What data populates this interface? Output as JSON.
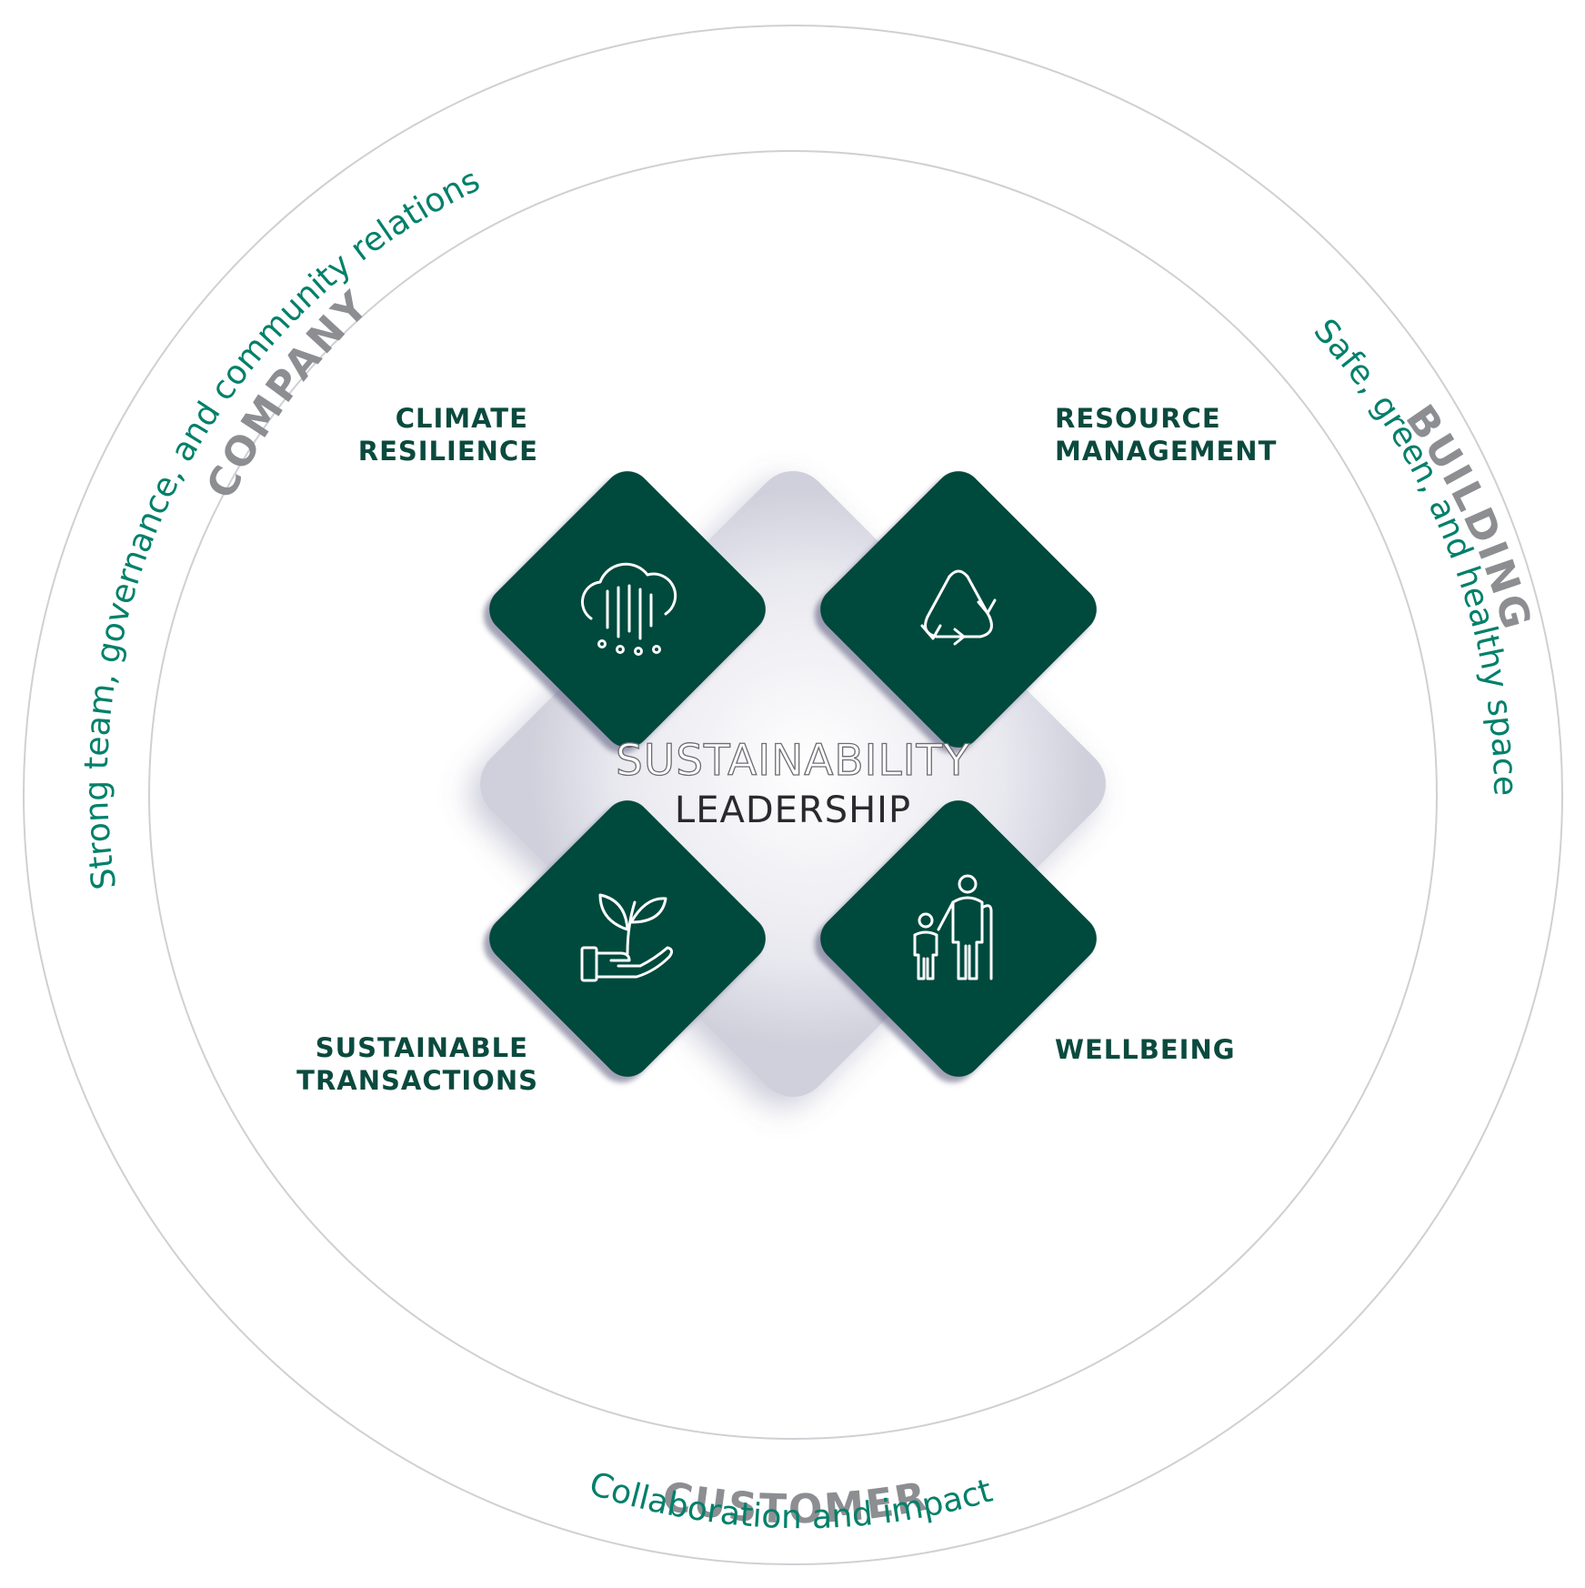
{
  "center": {
    "line1": "SUSTAINABILITY",
    "line2": "LEADERSHIP"
  },
  "rings": {
    "company": {
      "title": "COMPANY",
      "subtitle": "Strong team, governance, and community relations"
    },
    "building": {
      "title": "BUILDING",
      "subtitle": "Safe, green, and healthy space"
    },
    "customer": {
      "title": "CUSTOMER",
      "subtitle": "Collaboration and impact"
    }
  },
  "pillars": [
    {
      "lines": [
        "CLIMATE",
        "RESILIENCE"
      ],
      "icon": "cloud-rain-icon"
    },
    {
      "lines": [
        "RESOURCE",
        "MANAGEMENT"
      ],
      "icon": "recycle-icon"
    },
    {
      "lines": [
        "SUSTAINABLE",
        "TRANSACTIONS"
      ],
      "icon": "hand-plant-icon"
    },
    {
      "lines": [
        "WELLBEING"
      ],
      "icon": "family-icon"
    }
  ],
  "colors": {
    "tile": "#044a3c",
    "ring_title": "#8d8e92",
    "ring_subtitle": "#00806a",
    "pillar_label": "#0b4a3e"
  }
}
